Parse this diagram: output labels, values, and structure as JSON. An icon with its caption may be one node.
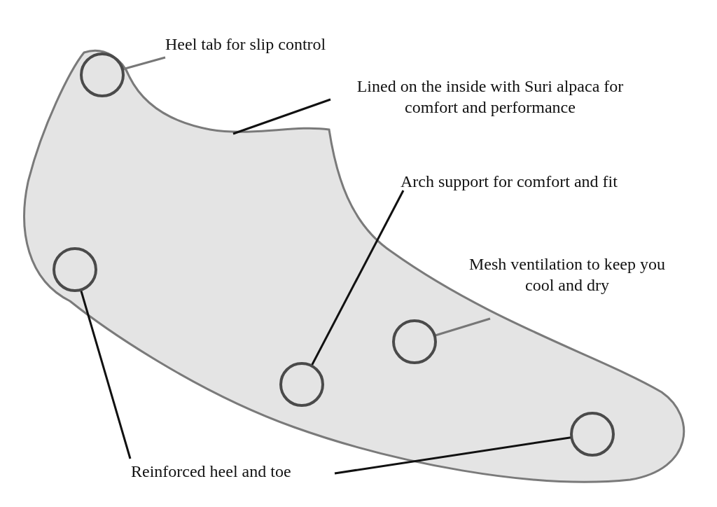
{
  "diagram": {
    "nodes": [
      {
        "text": [
          "Heel tab for slip control"
        ]
      },
      {
        "text": [],
        "shape": "circle"
      },
      {
        "text": [
          "Lined on the inside with Suri alpaca for comfort and performance"
        ]
      },
      {
        "text": [
          "Arch support for comfort and fit"
        ]
      },
      {
        "text": [
          "Mesh ventilation to keep you cool and dry"
        ]
      },
      {
        "text": [],
        "shape": "circle"
      },
      {
        "text": [],
        "shape": "circle"
      },
      {
        "text": [],
        "shape": "circle"
      },
      {
        "text": [],
        "shape": "circle"
      },
      {
        "text": [
          "Reinforced heel and toe"
        ]
      }
    ],
    "edges": [
      {
        "from": 0,
        "to": 1,
        "arrow": "none",
        "color": "#777777"
      },
      {
        "from": 2,
        "to": null,
        "arrow": "none"
      },
      {
        "from": 3,
        "to": 7,
        "arrow": "none"
      },
      {
        "from": 4,
        "to": 6,
        "arrow": "none",
        "color": "#777777"
      },
      {
        "from": 9,
        "to": 5,
        "arrow": "none"
      },
      {
        "from": 9,
        "to": 8,
        "arrow": "none"
      }
    ]
  }
}
